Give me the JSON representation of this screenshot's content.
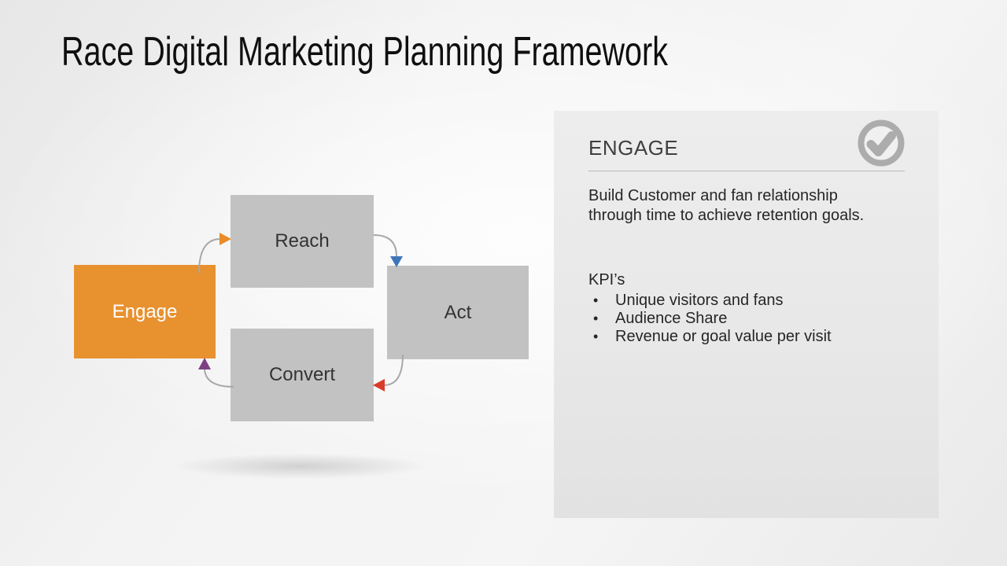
{
  "slide": {
    "title": "Race Digital Marketing Planning Framework"
  },
  "diagram": {
    "nodes": [
      {
        "id": "engage",
        "label": "Engage",
        "highlighted": true
      },
      {
        "id": "reach",
        "label": "Reach",
        "highlighted": false
      },
      {
        "id": "act",
        "label": "Act",
        "highlighted": false
      },
      {
        "id": "convert",
        "label": "Convert",
        "highlighted": false
      }
    ],
    "flow": [
      "Engage → Reach",
      "Reach → Act",
      "Act → Convert",
      "Convert → Engage"
    ]
  },
  "detail_panel": {
    "heading": "ENGAGE",
    "icon": "check-circle-icon",
    "description": "Build Customer and fan relationship through time to achieve retention goals.",
    "kpi_heading": "KPI’s",
    "bullet_char": "•",
    "kpis": [
      "Unique visitors and fans",
      "Audience Share",
      "Revenue or goal value per visit"
    ]
  },
  "colors": {
    "accent_orange": "#E8912F",
    "box_gray": "#C2C2C2",
    "arrow_orange": "#EA8C28",
    "arrow_blue": "#3E76BB",
    "arrow_red": "#D93B2B",
    "arrow_purple": "#7D4083",
    "connector_gray": "#A8A8A8",
    "icon_gray": "#ACACAC",
    "panel_bg": "#E9E9E9"
  }
}
